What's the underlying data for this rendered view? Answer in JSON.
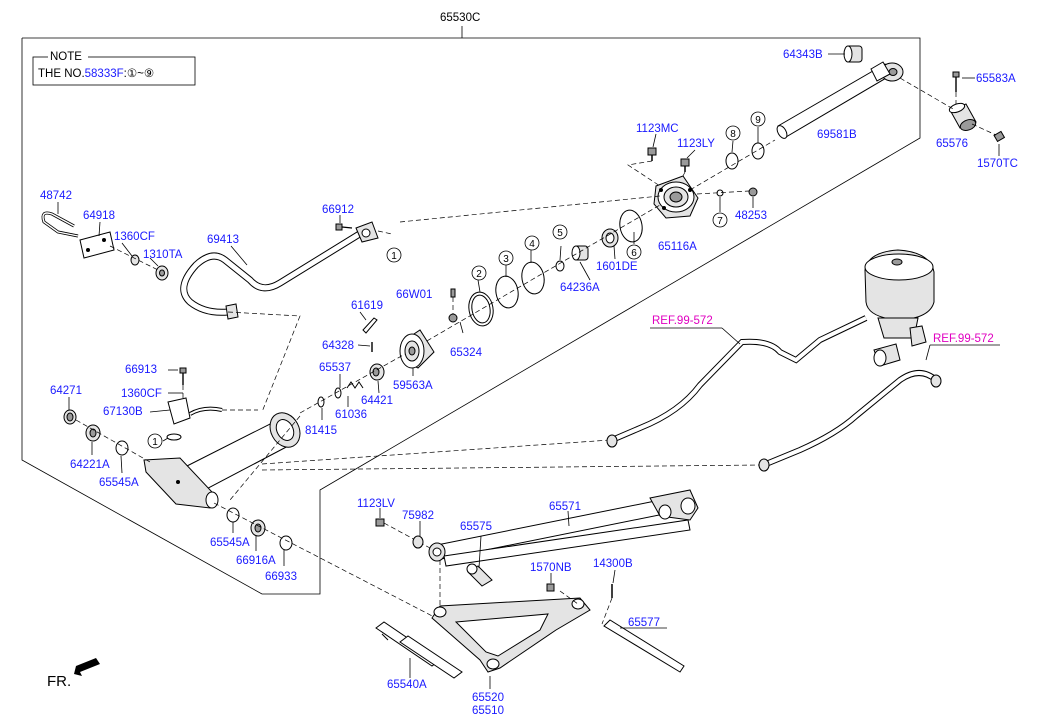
{
  "main_label": "65530C",
  "note": {
    "title": "NOTE",
    "text_prefix": "THE NO.",
    "part": "58333F",
    "range": ":①~⑨"
  },
  "labels": {
    "p64343B": "64343B",
    "p65583A": "65583A",
    "p69581B": "69581B",
    "p65576": "65576",
    "p1570TC": "1570TC",
    "p1123MC": "1123MC",
    "p1123LY": "1123LY",
    "p48253": "48253",
    "p65116A": "65116A",
    "p1601DE": "1601DE",
    "p64236A": "64236A",
    "p48742": "48742",
    "p64918": "64918",
    "p1360CF_a": "1360CF",
    "p1310TA": "1310TA",
    "p69413": "69413",
    "p66912": "66912",
    "p66W01": "66W01",
    "p61619": "61619",
    "p65324": "65324",
    "p64328": "64328",
    "p65537": "65537",
    "p59563A": "59563A",
    "p64421": "64421",
    "p61036": "61036",
    "p81415": "81415",
    "p66913": "66913",
    "p1360CF_b": "1360CF",
    "p64271": "64271",
    "p67130B": "67130B",
    "p64221A": "64221A",
    "p65545A_a": "65545A",
    "p65545A_b": "65545A",
    "p66916A": "66916A",
    "p66933": "66933",
    "p1123LV": "1123LV",
    "p75982": "75982",
    "p65575": "65575",
    "p65571": "65571",
    "p1570NB": "1570NB",
    "p14300B": "14300B",
    "p65577": "65577",
    "p65540A": "65540A",
    "p65520": "65520",
    "p65510": "65510"
  },
  "refs": {
    "ref1": "REF.99-572",
    "ref2": "REF.99-572"
  },
  "circled": {
    "c1a": "1",
    "c1b": "1",
    "c2": "2",
    "c3": "3",
    "c4": "4",
    "c5": "5",
    "c6": "6",
    "c7": "7",
    "c8": "8",
    "c9": "9"
  },
  "front_label": "FR."
}
